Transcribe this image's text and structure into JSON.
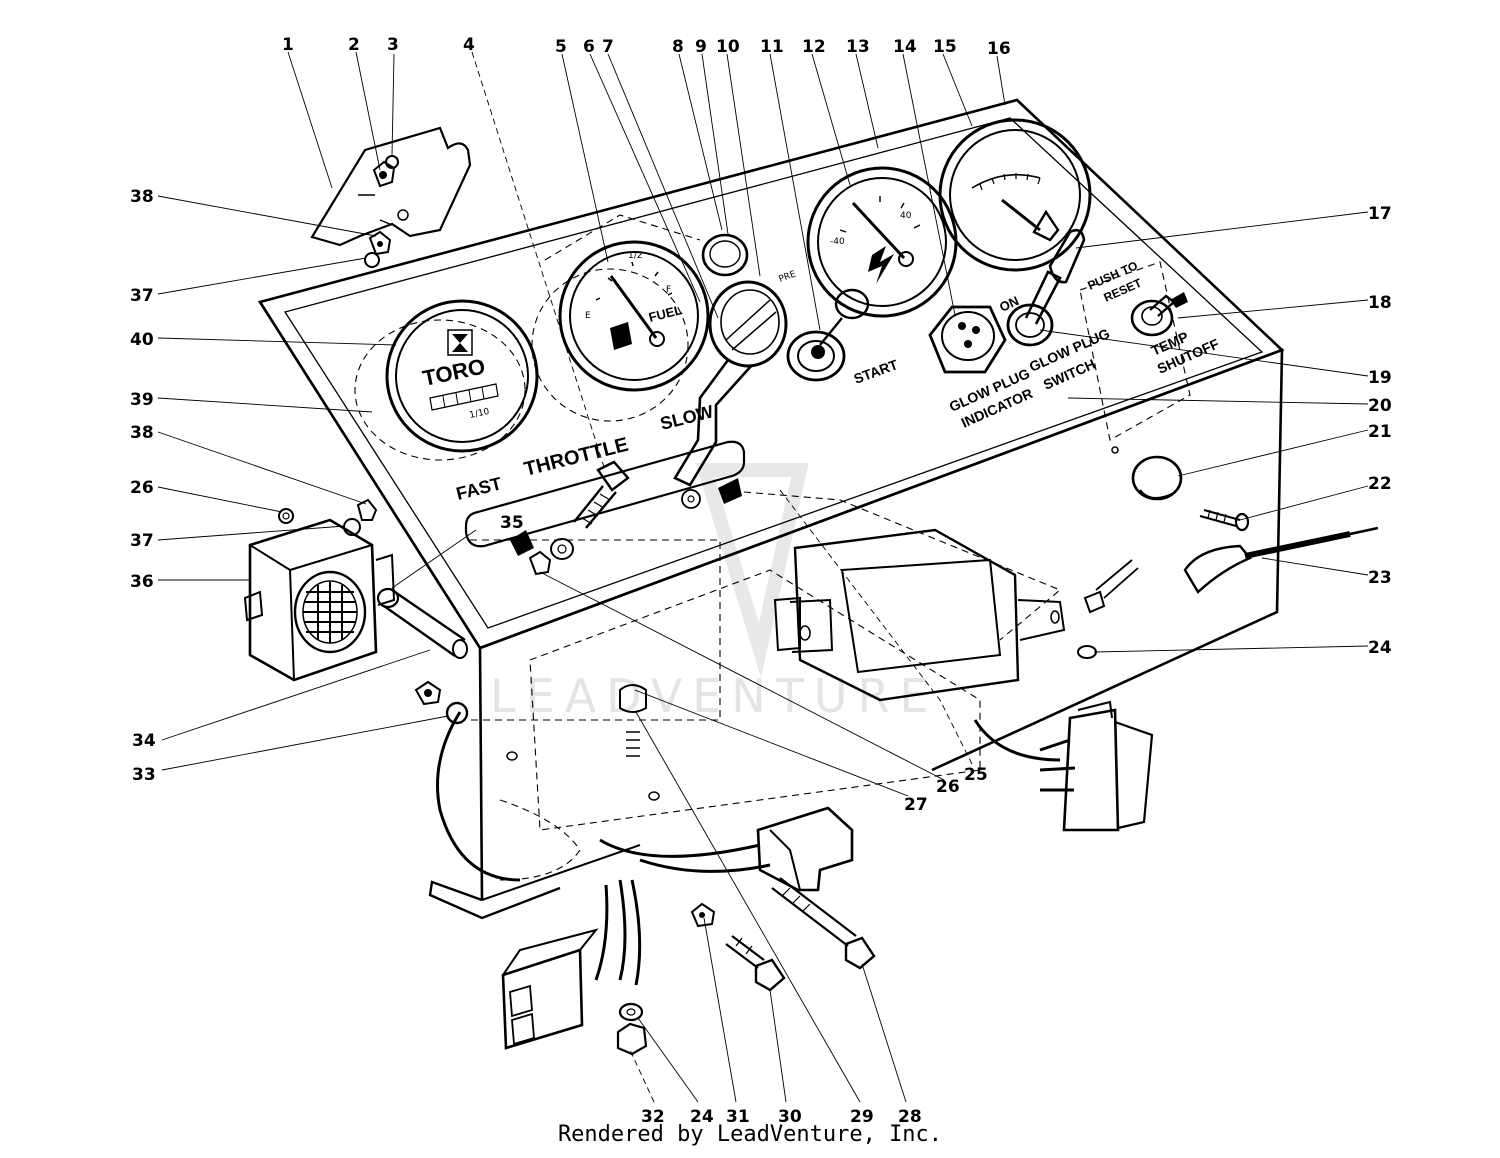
{
  "panel_labels": {
    "fast": "FAST",
    "throttle": "THROTTLE",
    "slow": "SLOW",
    "start": "START",
    "pre": "PRE",
    "glow_plug_indicator_1": "GLOW PLUG",
    "glow_plug_indicator_2": "INDICATOR",
    "on": "ON",
    "glow_plug_switch_1": "GLOW PLUG",
    "glow_plug_switch_2": "SWITCH",
    "push_to_reset_1": "PUSH TO",
    "push_to_reset_2": "RESET",
    "temp_shutoff_1": "TEMP",
    "temp_shutoff_2": "SHUTOFF",
    "toro": "TORO",
    "fuel": "FUEL",
    "gauge_e": "E",
    "gauge_half": "1/2",
    "gauge_f": "F",
    "ammeter_low": "-40",
    "ammeter_high": "40",
    "hour_meter_sub": "1/10"
  },
  "callouts": [
    {
      "id": "c1",
      "text": "1"
    },
    {
      "id": "c2",
      "text": "2"
    },
    {
      "id": "c3",
      "text": "3"
    },
    {
      "id": "c4",
      "text": "4"
    },
    {
      "id": "c5",
      "text": "5"
    },
    {
      "id": "c6",
      "text": "6"
    },
    {
      "id": "c7",
      "text": "7"
    },
    {
      "id": "c8",
      "text": "8"
    },
    {
      "id": "c9",
      "text": "9"
    },
    {
      "id": "c10",
      "text": "10"
    },
    {
      "id": "c11",
      "text": "11"
    },
    {
      "id": "c12",
      "text": "12"
    },
    {
      "id": "c13",
      "text": "13"
    },
    {
      "id": "c14",
      "text": "14"
    },
    {
      "id": "c15",
      "text": "15"
    },
    {
      "id": "c16",
      "text": "16"
    },
    {
      "id": "c17",
      "text": "17"
    },
    {
      "id": "c18",
      "text": "18"
    },
    {
      "id": "c19",
      "text": "19"
    },
    {
      "id": "c20",
      "text": "20"
    },
    {
      "id": "c21",
      "text": "21"
    },
    {
      "id": "c22",
      "text": "22"
    },
    {
      "id": "c23",
      "text": "23"
    },
    {
      "id": "c24a",
      "text": "24"
    },
    {
      "id": "c25",
      "text": "25"
    },
    {
      "id": "c26a",
      "text": "26"
    },
    {
      "id": "c27",
      "text": "27"
    },
    {
      "id": "c28",
      "text": "28"
    },
    {
      "id": "c29",
      "text": "29"
    },
    {
      "id": "c30",
      "text": "30"
    },
    {
      "id": "c31",
      "text": "31"
    },
    {
      "id": "c24b",
      "text": "24"
    },
    {
      "id": "c32",
      "text": "32"
    },
    {
      "id": "c33",
      "text": "33"
    },
    {
      "id": "c34",
      "text": "34"
    },
    {
      "id": "c35",
      "text": "35"
    },
    {
      "id": "c36",
      "text": "36"
    },
    {
      "id": "c37a",
      "text": "37"
    },
    {
      "id": "c26b",
      "text": "26"
    },
    {
      "id": "c38a",
      "text": "38"
    },
    {
      "id": "c39",
      "text": "39"
    },
    {
      "id": "c40",
      "text": "40"
    },
    {
      "id": "c37b",
      "text": "37"
    },
    {
      "id": "c38b",
      "text": "38"
    }
  ],
  "watermark": "LEADVENTURE",
  "footer": "Rendered by LeadVenture, Inc."
}
